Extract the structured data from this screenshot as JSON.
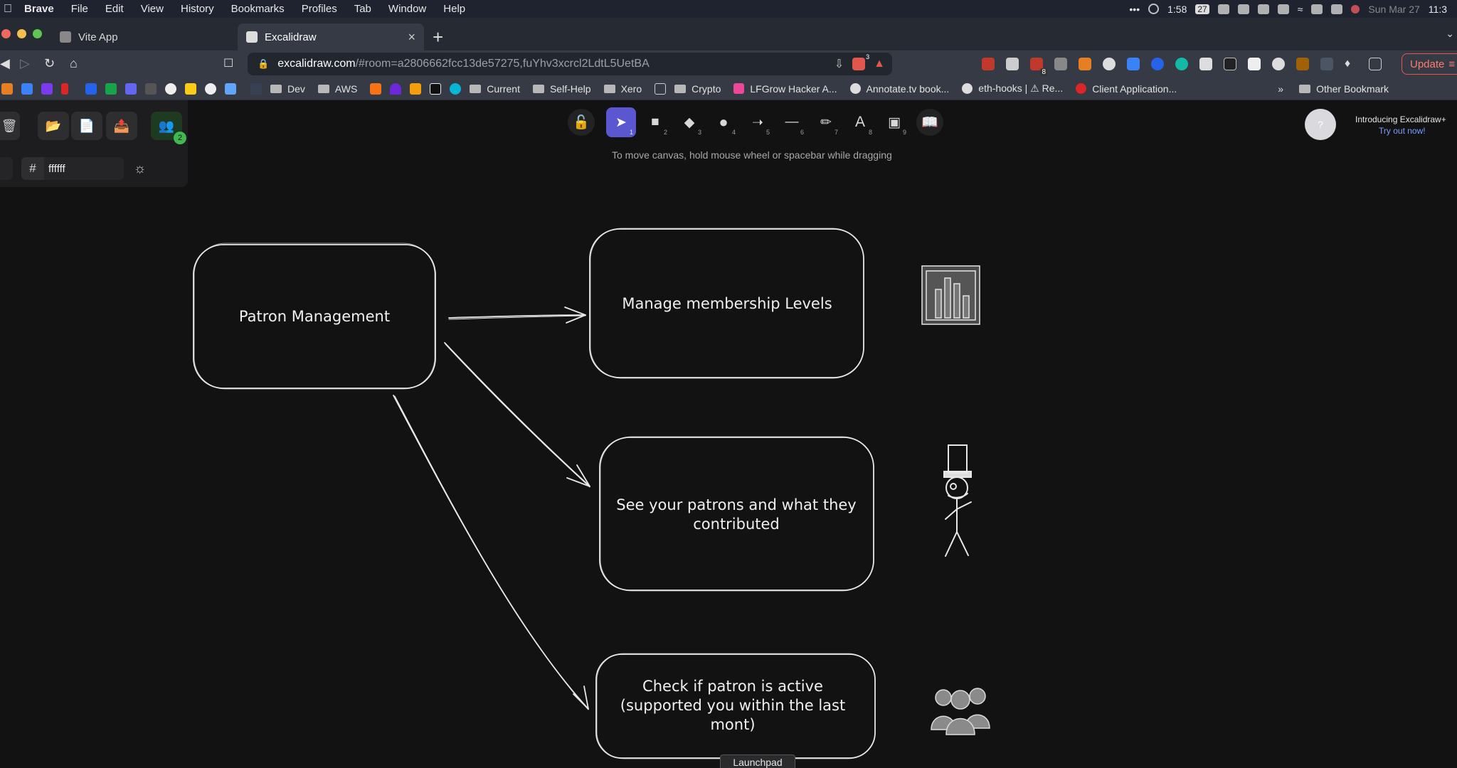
{
  "menubar": {
    "app": "Brave",
    "items": [
      "File",
      "Edit",
      "View",
      "History",
      "Bookmarks",
      "Profiles",
      "Tab",
      "Window",
      "Help"
    ],
    "timer": "1:58",
    "badge_number": "27",
    "date": "Sun Mar 27",
    "time": "11:3"
  },
  "tabs": [
    {
      "title": "Vite App"
    },
    {
      "title": "Excalidraw"
    }
  ],
  "toolbar": {
    "url_host": "excalidraw.com",
    "url_path": "/#room=a2806662fcc13de57275,fuYhv3xcrcl2LdtL5UetBA",
    "brave_count": "3",
    "ext_badge": "8",
    "update_label": "Update"
  },
  "bookmarks": {
    "items": [
      "Dev",
      "AWS",
      "Current",
      "Self-Help",
      "Xero",
      "Crypto",
      "LFGrow Hacker A...",
      "Annotate.tv book...",
      "eth-hooks | ⚠ Re...",
      "Client Application..."
    ],
    "overflow": "»",
    "other": "Other Bookmark"
  },
  "excalidraw": {
    "collab_count": "2",
    "hash_symbol": "#",
    "color_value": "ffffff",
    "tools": [
      {
        "name": "lock",
        "num": ""
      },
      {
        "name": "selection",
        "num": "1"
      },
      {
        "name": "rectangle",
        "num": "2"
      },
      {
        "name": "diamond",
        "num": "3"
      },
      {
        "name": "ellipse",
        "num": "4"
      },
      {
        "name": "arrow",
        "num": "5"
      },
      {
        "name": "line",
        "num": "6"
      },
      {
        "name": "draw",
        "num": "7"
      },
      {
        "name": "text",
        "num": "8"
      },
      {
        "name": "image",
        "num": "9"
      }
    ],
    "hint": "To move canvas, hold mouse wheel or spacebar while dragging",
    "help": "?",
    "promo_title": "Introducing Excalidraw+",
    "promo_link": "Try out now!",
    "nodes": {
      "patron": "Patron Management",
      "levels": "Manage membership Levels",
      "patrons_line1": "See your patrons and what they",
      "patrons_line2": "contributed",
      "active_line1": "Check if patron is active",
      "active_line2": "(supported you within the last",
      "active_line3": "mont)"
    }
  },
  "dock": {
    "tooltip": "Launchpad"
  },
  "colors": {
    "accent": "#5b57d1",
    "canvas": "#121212",
    "stroke": "#e8e8e8",
    "update": "#e2574c",
    "collab_green": "#3fb950"
  }
}
